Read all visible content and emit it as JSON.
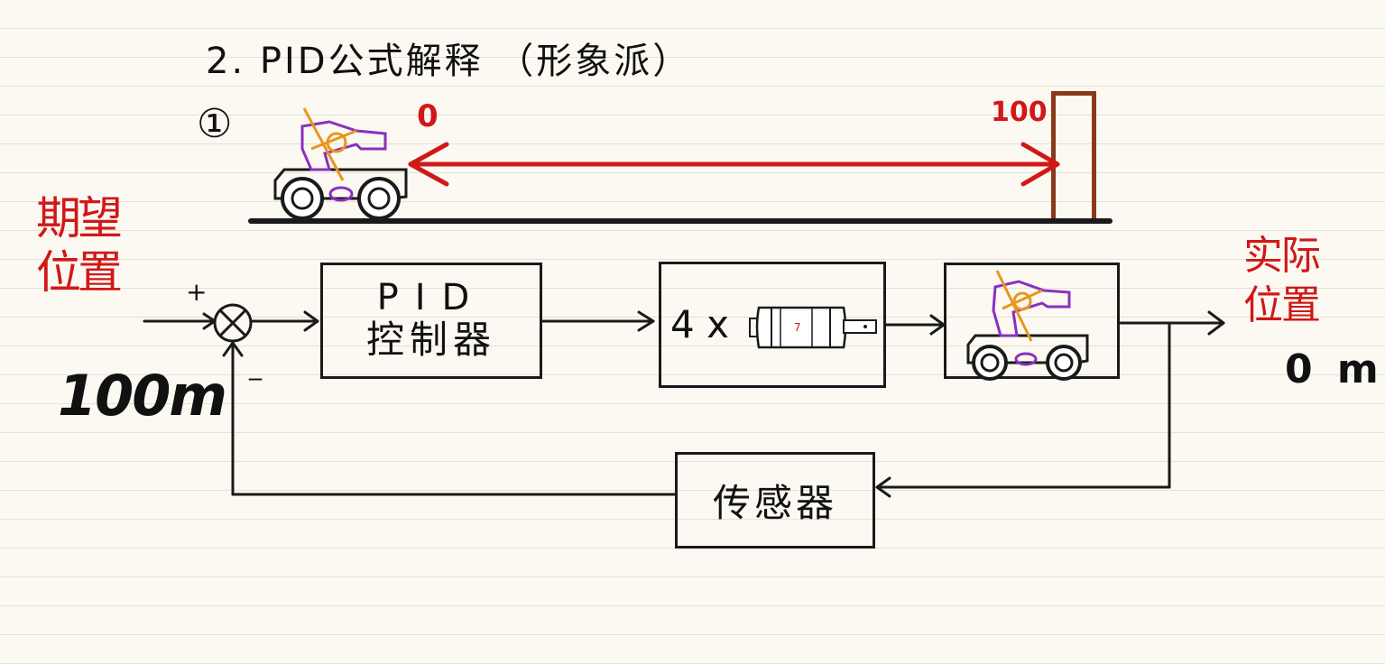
{
  "title": "2. PID公式解释 （形象派）",
  "step_marker": "①",
  "track": {
    "start_label": "0",
    "end_label": "100"
  },
  "diagram": {
    "desired_label": "期望位置",
    "desired_value": "100m",
    "plus_sign": "+",
    "minus_sign": "_",
    "pid_box": {
      "line1": "PID",
      "line2": "控制器"
    },
    "motor_box": {
      "count": "4 x",
      "motor_mark": "7"
    },
    "sensor_box": {
      "label": "传感器"
    },
    "actual_label": "实际位置",
    "actual_value": "0 m"
  },
  "colors": {
    "paper": "#fbf9f1",
    "ink": "#1a1a1a",
    "accent_red": "#d01818",
    "wall_brown": "#8a3a1a",
    "robot_purple": "#8a2fc0",
    "robot_orange": "#e8961e"
  },
  "icons": [
    "robot-car-icon",
    "motor-icon",
    "summing-junction-icon"
  ]
}
